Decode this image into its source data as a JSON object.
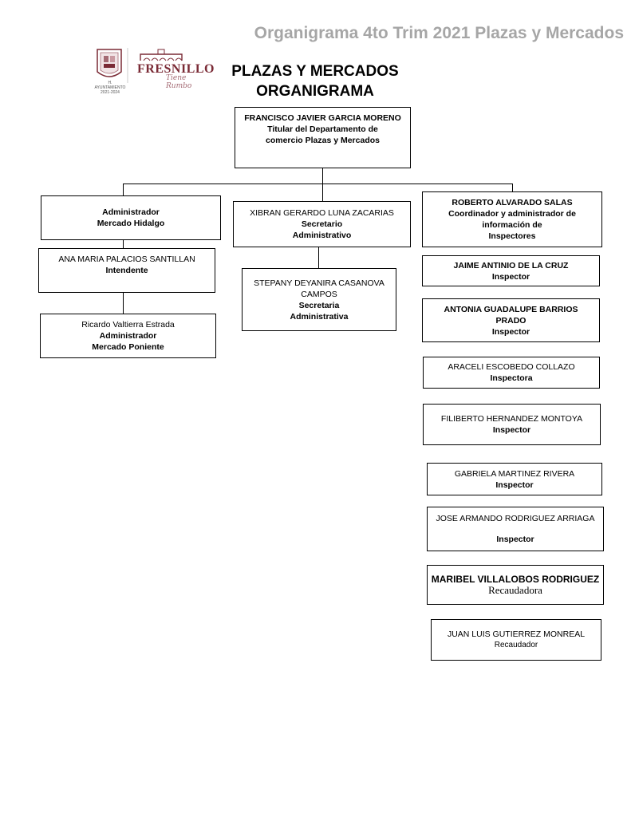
{
  "header": {
    "title": "Organigrama 4to Trim 2021 Plazas y Mercados"
  },
  "logo": {
    "name": "FRESNILLO",
    "tagline": "Tiene Rumbo",
    "years_line1": "H. AYUNTAMIENTO",
    "years_line2": "2021-2024",
    "colors": {
      "primary": "#7a2a35",
      "accent": "#a46a73"
    }
  },
  "chart": {
    "title_line1": "PLAZAS Y MERCADOS",
    "title_line2": "ORGANIGRAMA"
  },
  "nodes": {
    "head": {
      "name": "FRANCISCO JAVIER GARCIA MORENO",
      "role_line1": "Titular del Departamento de",
      "role_line2": "comercio Plazas y Mercados"
    },
    "left1": {
      "role_line1": "Administrador",
      "role_line2": "Mercado Hidalgo"
    },
    "left2": {
      "name": "ANA MARIA PALACIOS SANTILLAN",
      "role": "Intendente"
    },
    "left3": {
      "name": "Ricardo Valtierra Estrada",
      "role_line1": "Administrador",
      "role_line2": "Mercado Poniente"
    },
    "mid1": {
      "name": "XIBRAN GERARDO LUNA ZACARIAS",
      "role_line1": "Secretario",
      "role_line2": "Administrativo"
    },
    "mid2": {
      "name_line1": "STEPANY DEYANIRA CASANOVA",
      "name_line2": "CAMPOS",
      "role_line1": "Secretaria",
      "role_line2": "Administrativa"
    },
    "right1": {
      "name": "ROBERTO ALVARADO SALAS",
      "role_line1": "Coordinador y administrador de",
      "role_line2": "información de",
      "role_line3": "Inspectores"
    },
    "right2": {
      "name": "JAIME ANTINIO DE LA CRUZ",
      "role": "Inspector"
    },
    "right3": {
      "name_line1": "ANTONIA GUADALUPE BARRIOS",
      "name_line2": "PRADO",
      "role": "Inspector"
    },
    "right4": {
      "name": "ARACELI ESCOBEDO COLLAZO",
      "role": "Inspectora"
    },
    "right5": {
      "name": "FILIBERTO HERNANDEZ MONTOYA",
      "role": "Inspector"
    },
    "right6": {
      "name": "GABRIELA MARTINEZ RIVERA",
      "role": "Inspector"
    },
    "right7": {
      "name": "JOSE ARMANDO RODRIGUEZ ARRIAGA",
      "role": "Inspector"
    },
    "right8": {
      "name": "MARIBEL VILLALOBOS RODRIGUEZ",
      "role": "Recaudadora"
    },
    "right9": {
      "name": "JUAN LUIS GUTIERREZ MONREAL",
      "role": "Recaudador"
    }
  }
}
